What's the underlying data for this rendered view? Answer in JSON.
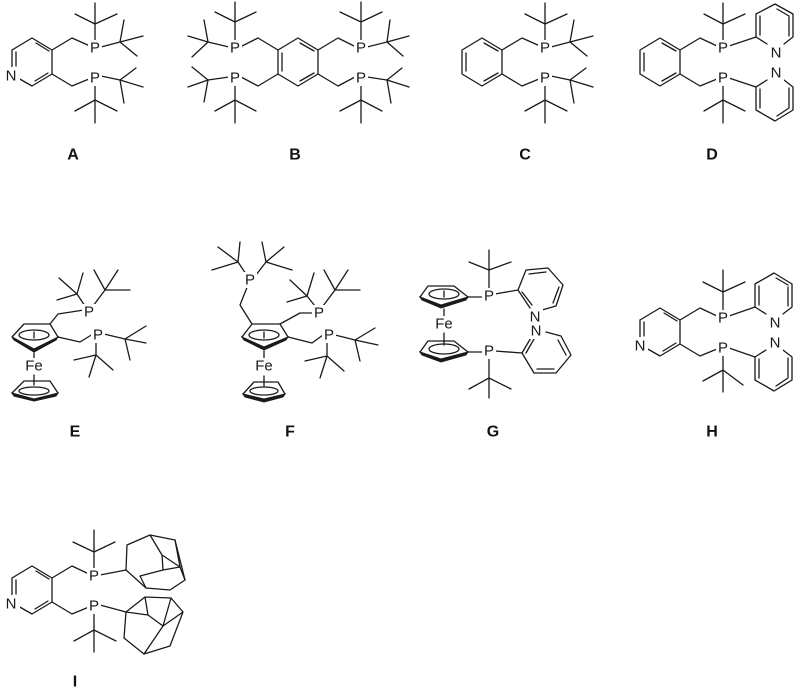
{
  "figure": {
    "description": "Bidentate phosphine ligand structures",
    "compounds": [
      {
        "id": "A",
        "label": "A",
        "atoms": {
          "ring_n": "N",
          "p1": "P",
          "p2": "P"
        },
        "substituents": "pyridine-3,4-diylbis(methylene)bis(di-tert-butylphosphine)"
      },
      {
        "id": "B",
        "label": "B",
        "atoms": {
          "p1": "P",
          "p2": "P",
          "p3": "P",
          "p4": "P"
        },
        "substituents": "benzene-1,2,4,5-tetrayltetrakis(methylene)tetrakis(di-tert-butylphosphine)"
      },
      {
        "id": "C",
        "label": "C",
        "atoms": {
          "p1": "P",
          "p2": "P"
        },
        "substituents": "1,2-bis(di-tert-butylphosphinomethyl)benzene"
      },
      {
        "id": "D",
        "label": "D",
        "atoms": {
          "p1": "P",
          "p2": "P",
          "n1": "N",
          "n2": "N"
        },
        "substituents": "1,2-bis(tert-butyl(2-pyridyl)phosphinomethyl)benzene"
      },
      {
        "id": "E",
        "label": "E",
        "atoms": {
          "p1": "P",
          "p2": "P",
          "metal": "Fe"
        },
        "substituents": "1,2-bis(di-tert-butylphosphinomethyl)ferrocene"
      },
      {
        "id": "F",
        "label": "F",
        "atoms": {
          "p1": "P",
          "p2": "P",
          "p3": "P",
          "metal": "Fe"
        },
        "substituents": "1,2,3-tris(di-tert-butylphosphinomethyl)ferrocene"
      },
      {
        "id": "G",
        "label": "G",
        "atoms": {
          "p1": "P",
          "p2": "P",
          "n1": "N",
          "n2": "N",
          "metal": "Fe"
        },
        "substituents": "1,1'-bis(tert-butyl(2-pyridyl)phosphino)ferrocene"
      },
      {
        "id": "H",
        "label": "H",
        "atoms": {
          "ring_n": "N",
          "p1": "P",
          "p2": "P",
          "n1": "N",
          "n2": "N"
        },
        "substituents": "pyridine-3,4-diylbis(methylene)bis(tert-butyl(2-pyridyl)phosphine)"
      },
      {
        "id": "I",
        "label": "I",
        "atoms": {
          "ring_n": "N",
          "p1": "P",
          "p2": "P"
        },
        "substituents": "pyridine-3,4-diylbis(methylene)bis(1-adamantyl(tert-butyl)phosphine)"
      }
    ]
  },
  "colors": {
    "ink": "#1a1a1a",
    "background": "#ffffff"
  }
}
